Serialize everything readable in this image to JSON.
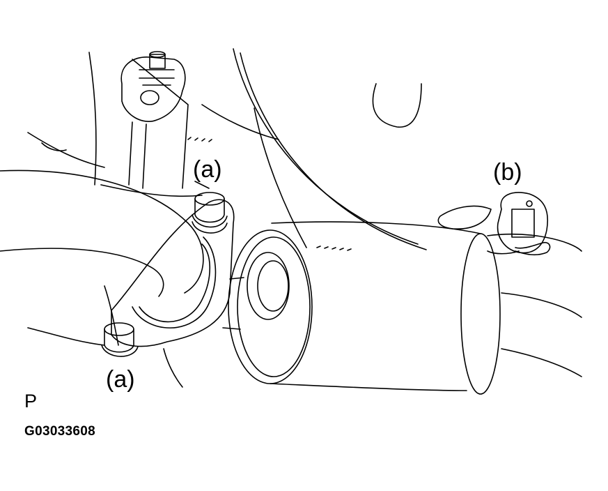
{
  "labels": {
    "bolt_a_top": "(a)",
    "bolt_a_bottom": "(a)",
    "hanger_b": "(b)",
    "view_marker": "P",
    "figure_code": "G03033608"
  },
  "colors": {
    "line": "#000000",
    "background": "#ffffff"
  }
}
